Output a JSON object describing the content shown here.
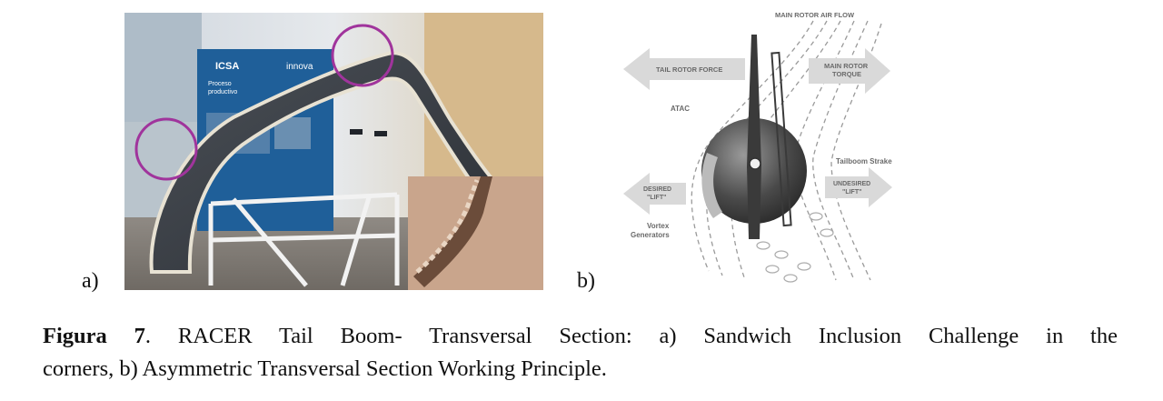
{
  "figure": {
    "panel_a_label": "a)",
    "panel_b_label": "b)",
    "photo": {
      "panel_brand": "ICSA",
      "panel_title_line1": "Proceso",
      "panel_title_line2": "productivo",
      "panel_logo_text": "innova"
    },
    "diagram": {
      "main_rotor_air_flow": "MAIN ROTOR AIR FLOW",
      "tail_rotor_force": "TAIL ROTOR FORCE",
      "main_rotor_torque_line1": "MAIN ROTOR",
      "main_rotor_torque_line2": "TORQUE",
      "atac": "ATAC",
      "tailboom_strake": "Tailboom Strake",
      "desired_lift_line1": "DESIRED",
      "desired_lift_line2": "\"LIFT\"",
      "undesired_lift_line1": "UNDESIRED",
      "undesired_lift_line2": "\"LIFT\"",
      "vortex_line1": "Vortex",
      "vortex_line2": "Generators"
    },
    "caption": {
      "label": "Figura 7",
      "line1_text": ". RACER Tail Boom- Transversal Section: a) Sandwich Inclusion Challenge in the",
      "line2_text": "corners, b) Asymmetric Transversal Section Working Principle."
    }
  }
}
